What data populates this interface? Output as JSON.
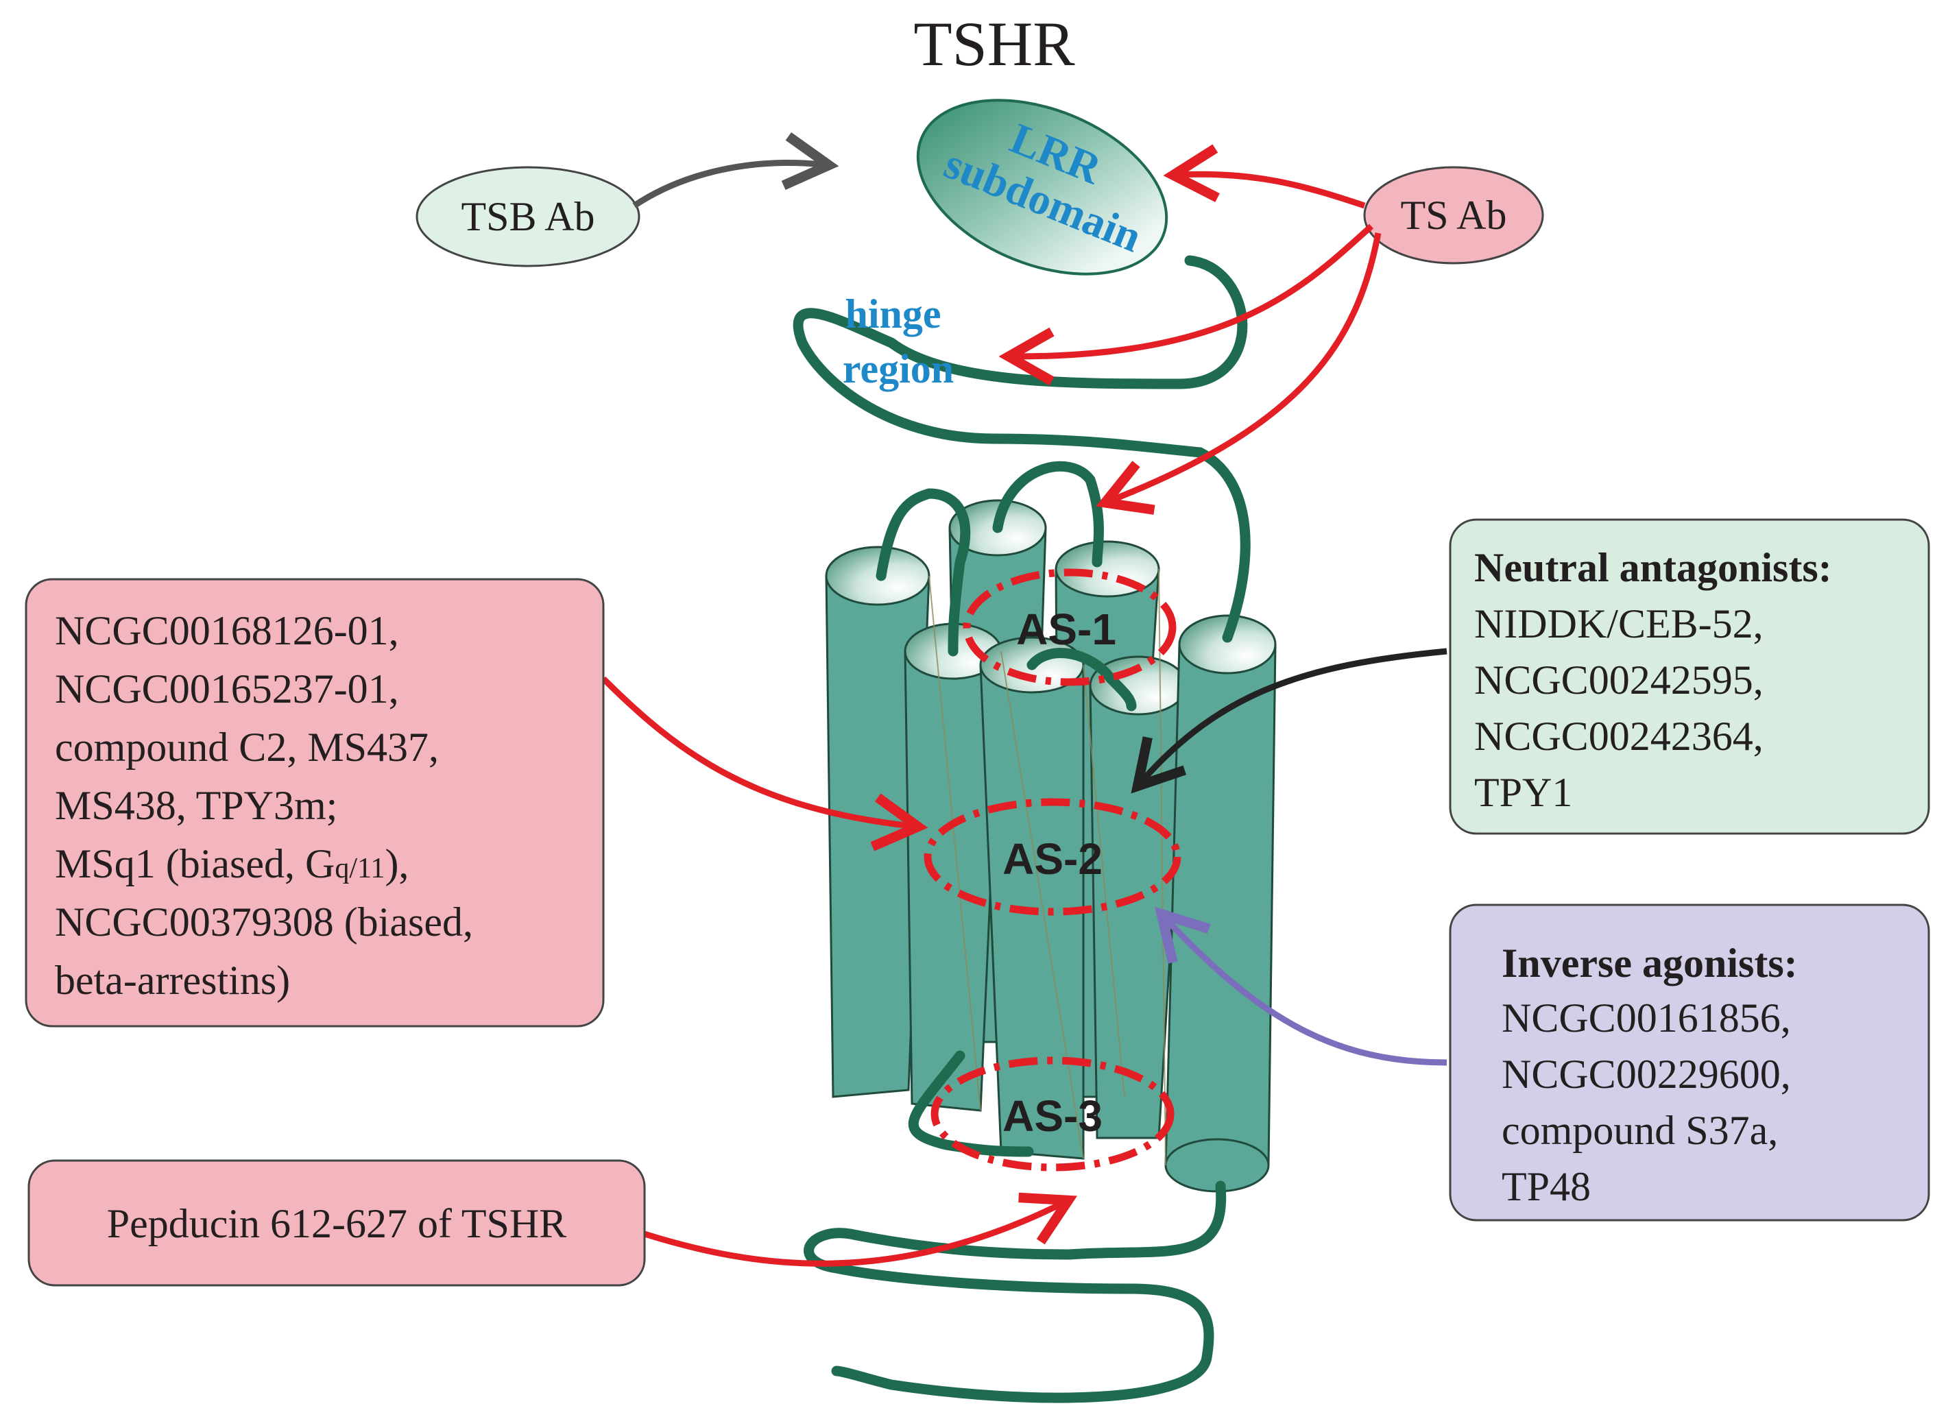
{
  "title": "TSHR",
  "colors": {
    "helix_fill": "#5ba898",
    "helix_top": "#d9ece6",
    "strand": "#1e6b50",
    "red": "#e31e24",
    "dark_arrow": "#222222",
    "gray_arrow": "#555555",
    "purple_arrow": "#7b6ebc",
    "pink_box": "#f4b6be",
    "green_box": "#d9ece0",
    "purple_box": "#d4cfe8",
    "blue_text": "#1e88c8"
  },
  "lrr": {
    "line1": "LRR",
    "line2": "subdomain"
  },
  "hinge": {
    "line1": "hinge",
    "line2": "region"
  },
  "tsb_ab": "TSB Ab",
  "ts_ab": "TS Ab",
  "sites": {
    "as1": "AS-1",
    "as2": "AS-2",
    "as3": "AS-3"
  },
  "pam_box": {
    "lines": [
      "NCGC00168126-01,",
      "NCGC00165237-01,",
      "compound C2, MS437,",
      "MS438, TPY3m;"
    ],
    "msq1_prefix": "MSq1 (biased, G",
    "msq1_sub": "q/11",
    "msq1_suffix": "),",
    "line6": "NCGC00379308 (biased,",
    "line7": "beta-arrestins)"
  },
  "pepducin_box": {
    "text": "Pepducin 612-627 of TSHR"
  },
  "neutral_box": {
    "heading": "Neutral antagonists:",
    "items": [
      "NIDDK/CEB-52,",
      "NCGC00242595,",
      "NCGC00242364,",
      "TPY1"
    ]
  },
  "inverse_box": {
    "heading": "Inverse agonists:",
    "items": [
      "NCGC00161856,",
      "NCGC00229600,",
      "compound S37a,",
      "TP48"
    ]
  }
}
